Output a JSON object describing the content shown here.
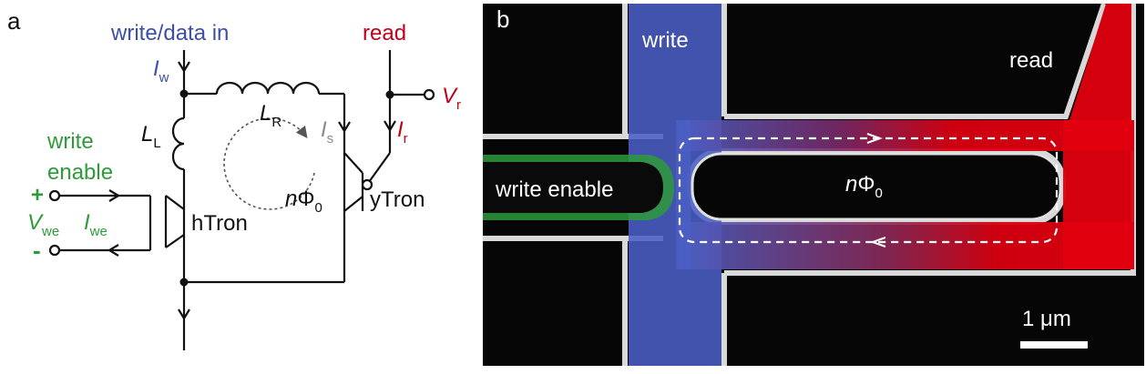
{
  "panel_a": {
    "label": "a",
    "top_labels": {
      "write_data_in": "write/data in",
      "read": "read"
    },
    "currents": {
      "Iw": {
        "main": "I",
        "sub": "w"
      },
      "Is": {
        "main": "I",
        "sub": "s"
      },
      "Ir": {
        "main": "I",
        "sub": "r"
      },
      "Iwe": {
        "main": "I",
        "sub": "we"
      }
    },
    "voltages": {
      "Vr": {
        "main": "V",
        "sub": "r"
      },
      "Vwe": {
        "main": "V",
        "sub": "we"
      }
    },
    "inductors": {
      "LL": {
        "main": "L",
        "sub": "L"
      },
      "LR": {
        "main": "L",
        "sub": "R"
      }
    },
    "write_enable": {
      "line1": "write",
      "line2": "enable"
    },
    "plus": "+",
    "minus": "-",
    "flux": {
      "n": "n",
      "phi": "Φ",
      "sub": "0"
    },
    "hTron": "hTron",
    "yTron": "yTron"
  },
  "panel_b": {
    "label": "b",
    "write": "write",
    "read": "read",
    "write_enable": "write enable",
    "flux": {
      "n": "n",
      "phi": "Φ",
      "sub": "0"
    },
    "scale": "1 μm"
  },
  "colors": {
    "blue": "#3b4fa8",
    "red": "#c0001a",
    "green": "#2e9a3a",
    "gray": "#8a8a8a",
    "black": "#111111"
  }
}
